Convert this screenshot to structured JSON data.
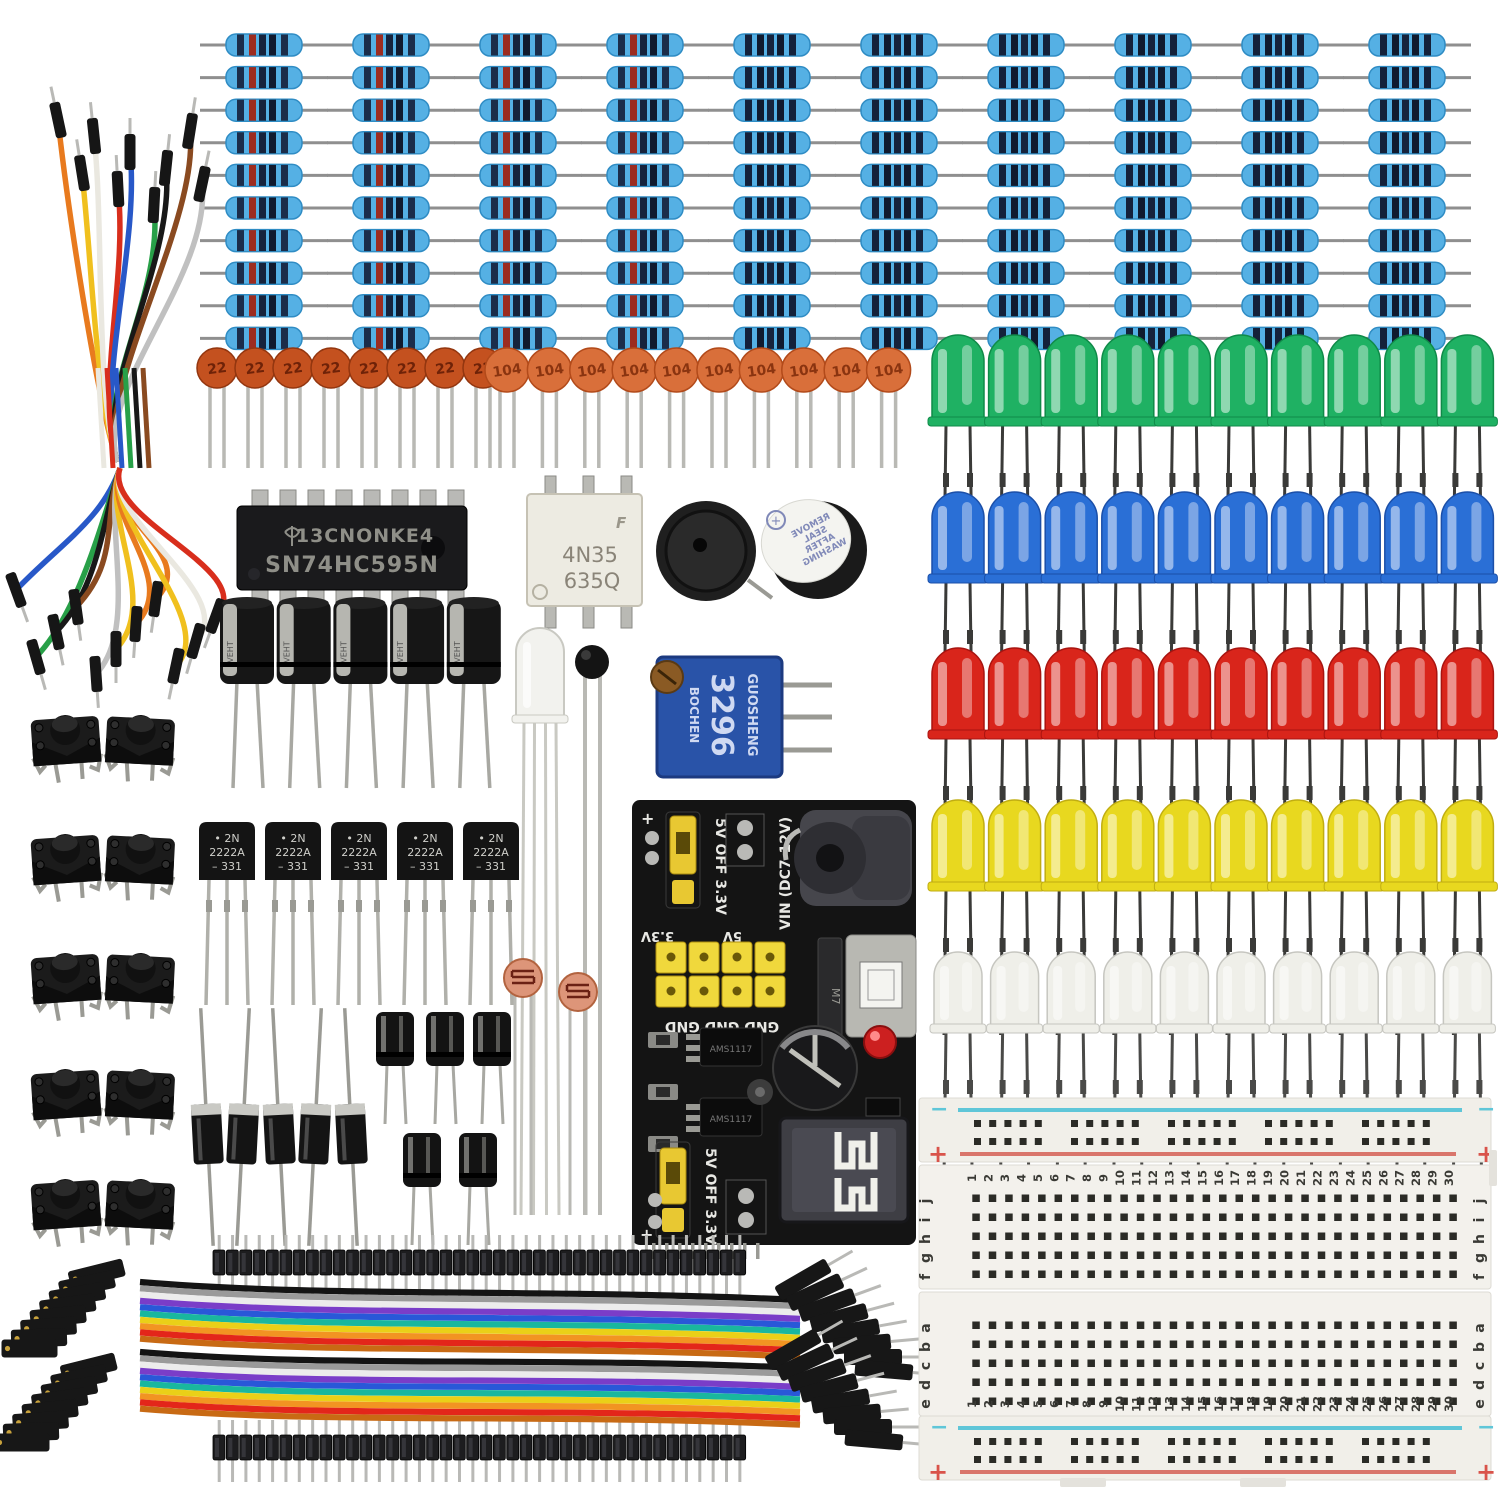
{
  "kit": {
    "background": "#ffffff",
    "resistors": {
      "count": 100,
      "rows": 10,
      "cols": 10,
      "body_color": "#55b0e4",
      "body_edge": "#2f8cc4",
      "lead_color": "#8f8f8f",
      "bands_left_cols": [
        "#1b2d4a",
        "#9c2c20",
        "#16233c",
        "#101a2e",
        "#1b2d4a"
      ],
      "bands_right_cols": [
        "#14213a",
        "#101a2e",
        "#16233c",
        "#101a2e",
        "#14213a"
      ]
    },
    "ceramic_capacitors": {
      "group_22": {
        "label": "22",
        "count": 8,
        "body_color": "#c4511f",
        "edge": "#93360f",
        "text_color": "#6e2208"
      },
      "group_104": {
        "label": "104",
        "count": 10,
        "body_color": "#d96f3a",
        "edge": "#b24a1a",
        "text_color": "#8a3410"
      },
      "lead_color": "#b9b9b4"
    },
    "leds": {
      "per_row": 10,
      "rows": [
        {
          "color_name": "green",
          "hex": "#1fb163",
          "edge": "#0f8a48",
          "leg": "#3a3a38"
        },
        {
          "color_name": "blue",
          "hex": "#2a6fd6",
          "edge": "#1b4fa8",
          "leg": "#3a3a38"
        },
        {
          "color_name": "red",
          "hex": "#d9251b",
          "edge": "#a81410",
          "leg": "#3a3a38"
        },
        {
          "color_name": "yellow",
          "hex": "#e8d81f",
          "edge": "#c0ad12",
          "leg": "#3a3a38"
        },
        {
          "color_name": "white",
          "hex": "#efefe9",
          "edge": "#c6c6c0",
          "leg": "#4a4a48"
        }
      ]
    },
    "ic_shift_register": {
      "line1": "13CNONKE4",
      "line2": "SN74HC595N",
      "body": "#1a1a1c",
      "text_color": "#8f8f88",
      "pin_color": "#b9b9b6"
    },
    "optocoupler": {
      "line1": "4N35",
      "line2": "635Q",
      "logo": "F",
      "body": "#edebe2",
      "text_color": "#8a8478"
    },
    "buzzers": {
      "passive_body": "#1f1f1f",
      "active_body": "#1a1a1a",
      "sticker_lines": [
        "REMOVE",
        "SEAL",
        "AFTER",
        "WASHING"
      ],
      "sticker_plus": "+",
      "sticker_text_color": "#8089b8"
    },
    "electrolytic_caps_large": {
      "count": 5,
      "body": "#161616",
      "stripe": "#b6b6b0",
      "stripe_text": "VEHT",
      "lead": "#a8a8a2"
    },
    "electrolytic_caps_small": {
      "count_row1": 3,
      "count_row2": 2,
      "body": "#131313",
      "lead": "#a8a8a2"
    },
    "rgb_led": {
      "body": "#f2f2ee",
      "edge": "#c9c9c2",
      "legs": 4
    },
    "thermistor": {
      "bead": "#141414",
      "lead": "#b9b9b4"
    },
    "trimpot": {
      "model": "3296",
      "brand": "BOCHEN",
      "side_text": "GUOSHENG",
      "body": "#2953a8",
      "body_edge": "#1c3a80",
      "screw": "#8a5a24",
      "text_color": "#cfd9f2"
    },
    "tactile_buttons": {
      "count": 10,
      "body": "#1b1b1b",
      "cap": "#111111"
    },
    "transistors": {
      "count": 5,
      "line1": "2N",
      "line2": "2222A",
      "line3": "331",
      "bullet": "•",
      "dash": "–",
      "body": "#141414",
      "text_color": "#cfcfca"
    },
    "photoresistors": {
      "count": 2,
      "body": "#dd9579",
      "edge": "#b2633f",
      "trace": "#6b2114"
    },
    "diodes": {
      "count": 5,
      "body": "#141414",
      "band": "#c9c9c4",
      "lead": "#9a9a94"
    },
    "power_module": {
      "board": "#141414",
      "jumper_label": "5V OFF 3.3V",
      "vin_label": "VIN (DC7-12V)",
      "rail_label_33": "3.3V",
      "rail_label_5": "5V",
      "gnd_label": "GND GND GND",
      "reg_label": "AMS1117",
      "diode_label": "M7",
      "plus": "+",
      "minus": "−",
      "silk_color": "#e8e8e4",
      "jumper_yellow": "#e8c832",
      "header_yellow": "#f0d83c",
      "led_red": "#cc2020"
    },
    "pin_headers": {
      "strips": 2,
      "pins_per_strip": 40,
      "plastic": "#1d1d1f",
      "pin": "#b9b9b6"
    },
    "jumper_wire_bundle": {
      "sleeve": "#161616",
      "pin": "#b9b9b6",
      "wire_colors": [
        "#e87a1e",
        "#f0c01e",
        "#eae8e0",
        "#d82e1c",
        "#2858c8",
        "#28a048",
        "#181818",
        "#8a4a20",
        "#c0c0c0",
        "#f0c01e",
        "#e87a1e"
      ]
    },
    "dupont_ribbon": {
      "bands": 2,
      "wires_per_band": 10,
      "wire_colors": [
        "#141414",
        "#9a9a9a",
        "#ececec",
        "#7a3dc8",
        "#2958d8",
        "#19b79e",
        "#ead018",
        "#f29422",
        "#e3261a",
        "#c86a14"
      ],
      "connector": "#171717",
      "female_contact": "#c8a23c",
      "male_pin": "#b9b9b6"
    },
    "breadboard": {
      "body": "#f3f1ec",
      "rail_body": "#f1efe9",
      "hole": "#2b2b26",
      "blue_line": "#5fc6d8",
      "red_line": "#d9756b",
      "plus": "+",
      "minus": "−",
      "plus_color": "#d9534a",
      "minus_blue": "#5fc6d8",
      "letters_top_board": [
        "f",
        "g",
        "h",
        "i",
        "j"
      ],
      "letters_bottom_board": [
        "a",
        "b",
        "c",
        "d",
        "e"
      ],
      "column_numbers": [
        "1",
        "2",
        "3",
        "4",
        "5",
        "6",
        "7",
        "8",
        "9",
        "10",
        "11",
        "12",
        "13",
        "14",
        "15",
        "16",
        "17",
        "18",
        "19",
        "20",
        "21",
        "22",
        "23",
        "24",
        "25",
        "26",
        "27",
        "28",
        "29",
        "30"
      ],
      "label_color": "#3a3a35"
    }
  }
}
